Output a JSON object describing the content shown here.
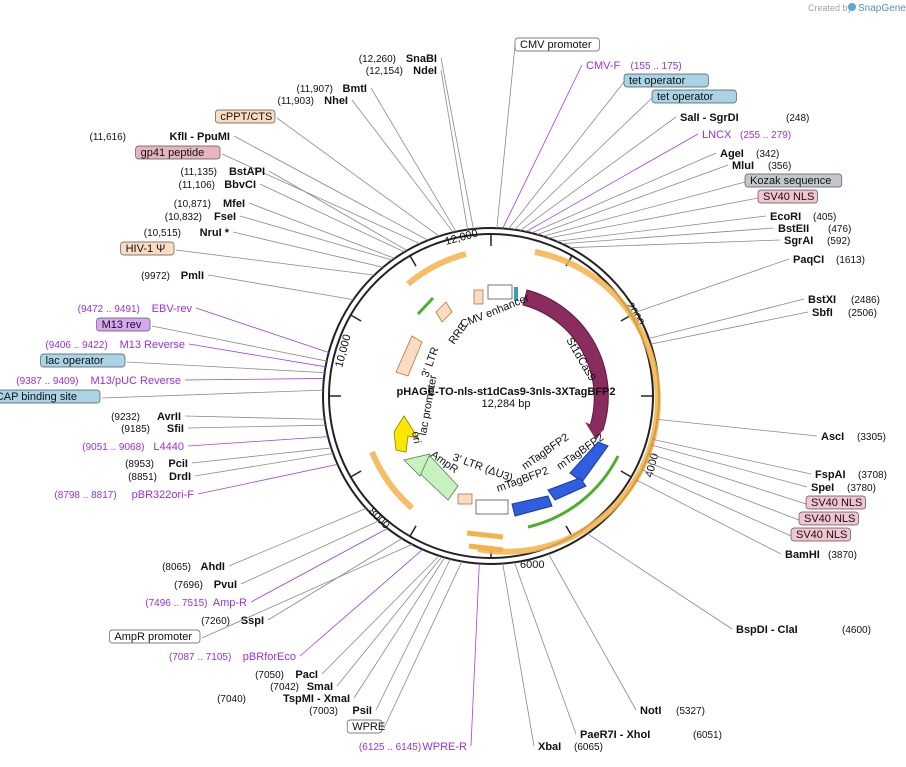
{
  "watermark": {
    "text": "Created by",
    "brand": "SnapGene"
  },
  "center": {
    "title": "pHAGE-TO-nls-st1dCas9-3nls-3XTagBFP2",
    "subtitle": "12,284 bp"
  },
  "ticks": [
    "2000",
    "4000",
    "6000",
    "8000",
    "10,000",
    "12,000"
  ],
  "feature_labels": {
    "cmv_enhancer": "CMV enhancer",
    "st1dcas9": "St1dCas9",
    "mtagbfp2_1": "mTagBFP2",
    "mtagbfp2_2": "mTagBFP2",
    "mtagbfp2_3": "mTagBFP2",
    "ltr3_du3": "3' LTR (ΔU3)",
    "ampr": "AmpR",
    "ori": "ori",
    "lac_promoter": "lac promoter",
    "ltr3": "3' LTR",
    "rre": "RRE"
  },
  "right_labels": [
    {
      "text": "CMV promoter",
      "kind": "box",
      "fill": "#ffffff"
    },
    {
      "text": "CMV-F",
      "pos": "(155 .. 175)",
      "kind": "primer"
    },
    {
      "text": "tet operator",
      "kind": "box",
      "fill": "#a8d4e6"
    },
    {
      "text": "tet operator",
      "kind": "box",
      "fill": "#a8d4e6"
    },
    {
      "name1": "SalI",
      "name2": "SgrDI",
      "pos": "(248)",
      "kind": "site2"
    },
    {
      "text": "LNCX",
      "pos": "(255 .. 279)",
      "kind": "primer"
    },
    {
      "name": "AgeI",
      "pos": "(342)",
      "kind": "site"
    },
    {
      "name": "MluI",
      "pos": "(356)",
      "kind": "site"
    },
    {
      "text": "Kozak sequence",
      "kind": "box",
      "fill": "#c2c7cc"
    },
    {
      "text": "SV40 NLS",
      "kind": "box",
      "fill": "#f2c4cf"
    },
    {
      "name": "EcoRI",
      "pos": "(405)",
      "kind": "site"
    },
    {
      "name": "BstEII",
      "pos": "(476)",
      "kind": "site"
    },
    {
      "name": "SgrAI",
      "pos": "(592)",
      "kind": "site"
    },
    {
      "name": "PaqCI",
      "pos": "(1613)",
      "kind": "site"
    },
    {
      "name": "BstXI",
      "pos": "(2486)",
      "kind": "site"
    },
    {
      "name": "SbfI",
      "pos": "(2506)",
      "kind": "site"
    },
    {
      "name": "AscI",
      "pos": "(3305)",
      "kind": "site"
    },
    {
      "name": "FspAI",
      "pos": "(3708)",
      "kind": "site"
    },
    {
      "name": "SpeI",
      "pos": "(3780)",
      "kind": "site"
    },
    {
      "text": "SV40 NLS",
      "kind": "box",
      "fill": "#f2c4cf"
    },
    {
      "text": "SV40 NLS",
      "kind": "box",
      "fill": "#f2c4cf"
    },
    {
      "text": "SV40 NLS",
      "kind": "box",
      "fill": "#f2c4cf"
    },
    {
      "name": "BamHI",
      "pos": "(3870)",
      "kind": "site"
    },
    {
      "name1": "BspDI",
      "name2": "ClaI",
      "pos": "(4600)",
      "kind": "site2"
    },
    {
      "name": "NotI",
      "pos": "(5327)",
      "kind": "site"
    },
    {
      "name1": "PaeR7I",
      "name2": "XhoI",
      "pos": "(6051)",
      "kind": "site2"
    },
    {
      "name": "XbaI",
      "pos": "(6065)",
      "kind": "site"
    }
  ],
  "left_labels": [
    {
      "name": "SnaBI",
      "pos": "(12,260)",
      "kind": "site"
    },
    {
      "name": "NdeI",
      "pos": "(12,154)",
      "kind": "site"
    },
    {
      "name": "BmtI",
      "pos": "(11,907)",
      "kind": "site"
    },
    {
      "name": "NheI",
      "pos": "(11,903)",
      "kind": "site"
    },
    {
      "text": "cPPT/CTS",
      "kind": "box",
      "fill": "#fbdcc0"
    },
    {
      "name1": "KflI",
      "name2": "PpuMI",
      "pos": "(11,616)",
      "kind": "site2"
    },
    {
      "text": "gp41 peptide",
      "kind": "box",
      "fill": "#e8b4c0"
    },
    {
      "name": "BstAPI",
      "pos": "(11,135)",
      "kind": "site"
    },
    {
      "name": "BbvCI",
      "pos": "(11,106)",
      "kind": "site"
    },
    {
      "name": "MfeI",
      "pos": "(10,871)",
      "kind": "site"
    },
    {
      "name": "FseI",
      "pos": "(10,832)",
      "kind": "site"
    },
    {
      "name": "NruI *",
      "pos": "(10,515)",
      "kind": "site"
    },
    {
      "text": "HIV-1 Ψ",
      "kind": "box",
      "fill": "#fbdcc0"
    },
    {
      "name": "PmlI",
      "pos": "(9972)",
      "kind": "site"
    },
    {
      "text": "EBV-rev",
      "pos": "(9472 .. 9491)",
      "kind": "primer"
    },
    {
      "text": "M13 rev",
      "kind": "box",
      "fill": "#d9a6f2"
    },
    {
      "text": "M13 Reverse",
      "pos": "(9406 .. 9422)",
      "kind": "primer"
    },
    {
      "text": "lac operator",
      "kind": "box",
      "fill": "#a8d4e6"
    },
    {
      "text": "M13/pUC Reverse",
      "pos": "(9387 .. 9409)",
      "kind": "primer"
    },
    {
      "text": "CAP binding site",
      "kind": "box",
      "fill": "#a8d4e6"
    },
    {
      "name": "AvrII",
      "pos": "(9232)",
      "kind": "site"
    },
    {
      "name": "SfiI",
      "pos": "(9185)",
      "kind": "site"
    },
    {
      "text": "L4440",
      "pos": "(9051 .. 9068)",
      "kind": "primer"
    },
    {
      "name": "PciI",
      "pos": "(8953)",
      "kind": "site"
    },
    {
      "name": "DrdI",
      "pos": "(8851)",
      "kind": "site"
    },
    {
      "text": "pBR322ori-F",
      "pos": "(8798 .. 8817)",
      "kind": "primer"
    },
    {
      "name": "AhdI",
      "pos": "(8065)",
      "kind": "site"
    },
    {
      "name": "PvuI",
      "pos": "(7696)",
      "kind": "site"
    },
    {
      "text": "Amp-R",
      "pos": "(7496 .. 7515)",
      "kind": "primer"
    },
    {
      "name": "SspI",
      "pos": "(7260)",
      "kind": "site"
    },
    {
      "text": "AmpR promoter",
      "kind": "box",
      "fill": "#ffffff"
    },
    {
      "text": "pBRforEco",
      "pos": "(7087 .. 7105)",
      "kind": "primer"
    },
    {
      "name": "PacI",
      "pos": "(7050)",
      "kind": "site"
    },
    {
      "name": "SmaI",
      "pos": "(7042)",
      "kind": "site"
    },
    {
      "name1": "TspMI",
      "name2": "XmaI",
      "pos": "(7040)",
      "kind": "site2"
    },
    {
      "name": "PsiI",
      "pos": "(7003)",
      "kind": "site"
    },
    {
      "text": "WPRE",
      "kind": "box",
      "fill": "#ffffff"
    },
    {
      "text": "WPRE-R",
      "pos": "(6125 .. 6145)",
      "kind": "primer"
    }
  ],
  "colors": {
    "cas9": "#8b2c5e",
    "bfp": "#2f5fe0",
    "orf": "#f5b24a",
    "green": "#4caf2a",
    "primer": "#9b30d9",
    "ltr": "#fbdcc0",
    "ampr": "#c8f0c0",
    "ori": "#ffe600"
  }
}
